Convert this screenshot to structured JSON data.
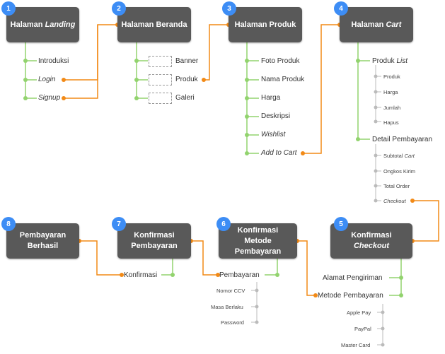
{
  "nodes": [
    {
      "num": "1",
      "title_pre": "Halaman ",
      "title_em": "Landing",
      "title_post": ""
    },
    {
      "num": "2",
      "title_pre": "Halaman Beranda",
      "title_em": "",
      "title_post": ""
    },
    {
      "num": "3",
      "title_pre": "Halaman Produk",
      "title_em": "",
      "title_post": ""
    },
    {
      "num": "4",
      "title_pre": "Halaman ",
      "title_em": "Cart",
      "title_post": ""
    },
    {
      "num": "5",
      "title_pre": "Konfirmasi ",
      "title_em": "Checkout",
      "title_post": ""
    },
    {
      "num": "6",
      "title_pre": "Konfirmasi Metode Pembayaran",
      "title_em": "",
      "title_post": ""
    },
    {
      "num": "7",
      "title_pre": "Konfirmasi Pembayaran",
      "title_em": "",
      "title_post": ""
    },
    {
      "num": "8",
      "title_pre": "Pembayaran Berhasil",
      "title_em": "",
      "title_post": ""
    }
  ],
  "landing_items": [
    "Introduksi",
    "Login",
    "Signup"
  ],
  "beranda_items": [
    "Banner",
    "Produk",
    "Galeri"
  ],
  "produk_items": [
    "Foto Produk",
    "Nama Produk",
    "Harga",
    "Deskripsi",
    "Wishlist",
    "Add to Cart"
  ],
  "cart": {
    "list_pre": "Produk ",
    "list_em": "List",
    "list_items": [
      "Produk",
      "Harga",
      "Jumlah",
      "Hapus"
    ],
    "detail": "Detail Pembayaran",
    "detail_pre": "Subtotal ",
    "detail_em": "Cart",
    "detail_items": [
      "Ongkos Kirim",
      "Total Order"
    ],
    "checkout": "Checkout"
  },
  "checkout_items": [
    "Alamat Pengiriman",
    "Metode Pembayaran"
  ],
  "metode_items": [
    "Apple Pay",
    "PayPal",
    "Master Card"
  ],
  "metode_confirm_items": [
    "Pembayaran"
  ],
  "pembayaran_fields": [
    "Nomor CCV",
    "Masa Berlaku",
    "Password"
  ],
  "konfirmasi_items": [
    "Konfirmasi"
  ],
  "colors": {
    "box": "#595959",
    "badge": "#3d8df5",
    "green": "#92d36e",
    "orange": "#f28a17",
    "grey": "#bbbbbb"
  }
}
